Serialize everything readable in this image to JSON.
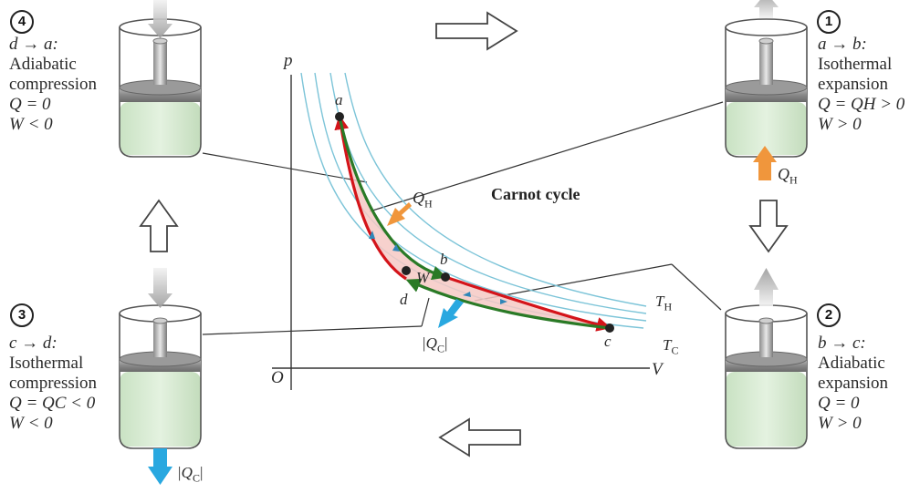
{
  "title": "Carnot cycle",
  "colors": {
    "isotherm": "#7cc4d8",
    "path_red": "#d4141a",
    "path_green": "#2a7a26",
    "fill_pink": "#f6c9c4",
    "heat_in": "#f0963c",
    "heat_out": "#29a8e0",
    "gas": "#d6ebd2",
    "cylinder_edge": "#555555"
  },
  "graph": {
    "axis_p": "p",
    "axis_v": "V",
    "origin": "O",
    "th_label": "T",
    "th_sub": "H",
    "tc_label": "T",
    "tc_sub": "C",
    "point_a": "a",
    "point_b": "b",
    "point_c": "c",
    "point_d": "d",
    "work": "W",
    "qh": "Q",
    "qh_sub": "H",
    "qc": "|Q",
    "qc_sub": "C",
    "qc_end": "|"
  },
  "steps": [
    {
      "number": "1",
      "line1": "a → b:",
      "line2": "Isothermal",
      "line3": "expansion",
      "line4": "Q = QH > 0",
      "line5": "W > 0",
      "heat": "Q",
      "heat_sub": "H"
    },
    {
      "number": "2",
      "line1": "b → c:",
      "line2": "Adiabatic",
      "line3": "expansion",
      "line4": "Q = 0",
      "line5": "W > 0"
    },
    {
      "number": "3",
      "line1": "c → d:",
      "line2": "Isothermal",
      "line3": "compression",
      "line4": "Q = QC < 0",
      "line5": "W < 0",
      "heat": "|Q",
      "heat_sub": "C",
      "heat_end": "|"
    },
    {
      "number": "4",
      "line1": "d → a:",
      "line2": "Adiabatic",
      "line3": "compression",
      "line4": "Q = 0",
      "line5": "W < 0"
    }
  ]
}
